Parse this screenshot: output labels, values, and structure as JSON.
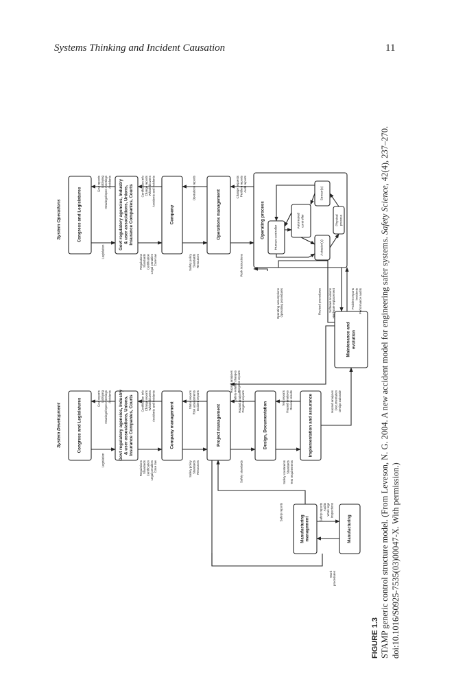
{
  "header": {
    "title": "Systems Thinking and Incident Causation",
    "page": "11"
  },
  "figure": {
    "dev": {
      "title": "System Development",
      "congress": "Congress and Legislatures",
      "leg_down": "Legislation",
      "leg_up": [
        "Govt reports",
        "Lobbying",
        "Hearings/Open meetings",
        "Accidents"
      ],
      "govt": [
        "Govt regulatory agencies, Industry",
        "& user associations, Unions,",
        "Insurance Companies, Courts"
      ],
      "govt_down": [
        "Regulations",
        "Standards",
        "Certification",
        "Legal penalties",
        "Case law"
      ],
      "govt_up": [
        "Certification info",
        "Change reports",
        "Whistleblowers",
        "Accidents and incidents"
      ],
      "company": "Company management",
      "co_down": [
        "Safety policy",
        "Standards",
        "Resources"
      ],
      "co_up": [
        "Status reports",
        "Risk assessments",
        "Incident reports"
      ],
      "project": "Project management",
      "proj_down": [
        "Safety standards"
      ],
      "proj_up": [
        "Hazard analyses",
        "Progress reports"
      ],
      "design": "Design, Documentation",
      "des_down": [
        "Safety constraints",
        "Standards",
        "Test requirements"
      ],
      "des_up": [
        "Test reports",
        "Hazard analyses",
        "Review results"
      ],
      "impl": "Implementation and assurance",
      "impl_side": [
        "Hazard analyses",
        "Documentation",
        "Design rationale"
      ],
      "mfg_mgmt": [
        "Manufacturing",
        "management"
      ],
      "mfg_mgmt_up": [
        "Safety reports"
      ],
      "work_proc": [
        "Work",
        "procedures"
      ],
      "mfg_up": [
        "Safety reports",
        "Audits",
        "Work logs",
        "Inspections"
      ],
      "mfg": "Manufacturing",
      "maint_side": [
        "Hazard analyses",
        "Safety-related changes",
        "Progress reports"
      ]
    },
    "ops": {
      "title": "System Operations",
      "congress": "Congress and Legislatures",
      "leg_down": "Legislation",
      "leg_up": [
        "Govt reports",
        "Lobbying",
        "Hearings/Open meetings",
        "Accidents"
      ],
      "govt": [
        "Govt regulatory agencies, Industry",
        "& user associations, Unions,",
        "Insurance Companies, Courts"
      ],
      "govt_down": [
        "Regulations",
        "Standards",
        "Certification",
        "Legal penalties",
        "Case law"
      ],
      "govt_up": [
        "Certification info",
        "Change reports",
        "Whistleblowers",
        "Accidents and incidents"
      ],
      "company": "Company",
      "co_down": [
        "Safety policy",
        "Standards",
        "Resources"
      ],
      "co_up": [
        "Operations reports"
      ],
      "opsmgmt": "Operations management",
      "om_down": [
        "Work instructions"
      ],
      "om_up": [
        "Change requests",
        "Problem reports",
        "Audit reports"
      ],
      "opproc": "Operating process",
      "human": "Human controller",
      "auto": [
        "Automated",
        "controller"
      ],
      "actuators": "Actuator(s)",
      "sensors": "Sensor(s)",
      "physical": [
        "Physical",
        "process"
      ],
      "op_assump": [
        "Operating assumptions",
        "Operating procedures"
      ],
      "revised": "Revised procedures",
      "sw_rev": [
        "Software revisions",
        "Hardware replacement"
      ],
      "prob_rep": [
        "Problem reports",
        "Incidents",
        "Performance audits"
      ]
    },
    "maintenance": [
      "Maintenance and",
      "evolution"
    ]
  },
  "caption": {
    "label": "FIGURE 1.3",
    "line1": "STAMP generic control structure model. (From Leveson, N. G. 2004. A new accident model for engineering safer systems. ",
    "journal": "Safety Science",
    "line1b": ", 42(4), 237–270.",
    "line2": "doi:10.1016/S0925-7535(03)00047-X. With permission.)"
  }
}
